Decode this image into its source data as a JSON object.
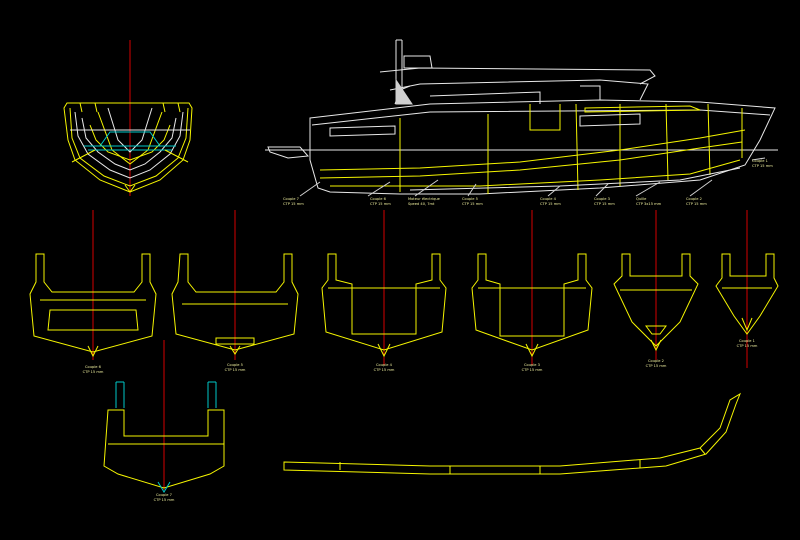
{
  "colors": {
    "background": "#000000",
    "frame": "#f5f500",
    "hull": "#e8e8e8",
    "axis": "#d40000",
    "detail": "#00c8c8",
    "light": "#f2f2a0"
  },
  "profile_labels": [
    {
      "l1": "Couple 7",
      "l2": "CTP 15 mm"
    },
    {
      "l1": "Couple 6",
      "l2": "CTP 15 mm"
    },
    {
      "l1": "Moteur électrique",
      "l2": "Speed 40, 7mt"
    },
    {
      "l1": "Couple 5",
      "l2": "CTP 15 mm"
    },
    {
      "l1": "Couple 4",
      "l2": "CTP 15 mm"
    },
    {
      "l1": "Couple 3",
      "l2": "CTP 15 mm"
    },
    {
      "l1": "Quille",
      "l2": "CTP 3x15 mm"
    },
    {
      "l1": "Couple 2",
      "l2": "CTP 15 mm"
    },
    {
      "l1": "Couple 1",
      "l2": "CTP 15 mm"
    }
  ],
  "section_labels": [
    {
      "l1": "Couple 6",
      "l2": "CTP 15 mm"
    },
    {
      "l1": "Couple 5",
      "l2": "CTP 15 mm"
    },
    {
      "l1": "Couple 4",
      "l2": "CTP 15 mm"
    },
    {
      "l1": "Couple 3",
      "l2": "CTP 15 mm"
    },
    {
      "l1": "Couple 2",
      "l2": "CTP 15 mm"
    },
    {
      "l1": "Couple 1",
      "l2": "CTP 15 mm"
    },
    {
      "l1": "Couple 7",
      "l2": "CTP 15 mm"
    }
  ]
}
